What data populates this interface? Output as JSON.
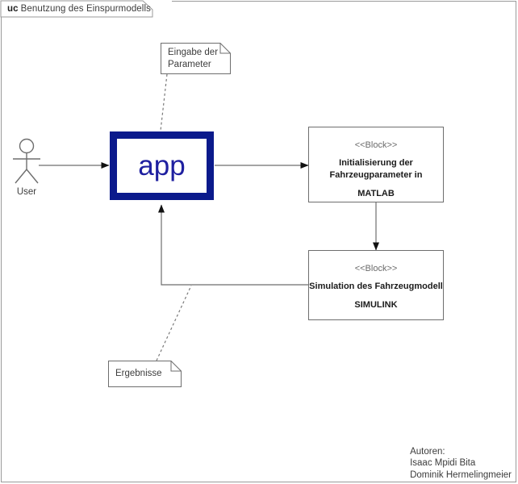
{
  "diagram": {
    "kind_label": "uc",
    "title": "Benutzung des Einspurmodells",
    "background_color": "#ffffff",
    "border_color": "#9a9a9a"
  },
  "actor": {
    "name": "User",
    "icon": "actor-stick-figure-icon"
  },
  "app_node": {
    "label": "app",
    "border_color": "#0b1a8c",
    "text_color": "#1f20a0"
  },
  "blocks": [
    {
      "stereotype": "<<Block>>",
      "title": "Initialisierung der\nFahrzeugparameter in",
      "tool": "MATLAB"
    },
    {
      "stereotype": "<<Block>>",
      "title": "Simulation des\nFahrzeugmodell",
      "tool": "SIMULINK"
    }
  ],
  "notes": [
    {
      "text": "Eingabe der\nParameter"
    },
    {
      "text": "Ergebnisse"
    }
  ],
  "authors": {
    "heading": "Autoren:",
    "names": [
      "Isaac Mpidi Bita",
      "Dominik Hermelingmeier"
    ]
  }
}
